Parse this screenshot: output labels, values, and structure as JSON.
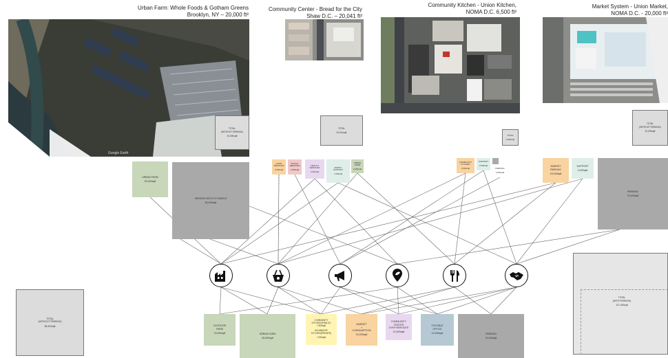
{
  "sites": [
    {
      "title_l1": "Urban Farm: Whole Foods &  Gotham Greens",
      "title_l2": "Brooklyn, NY  –  20,000 ft²"
    },
    {
      "title_l1": "Community Center - Bread for the City",
      "title_l2": "Shaw D.C. – 20,041 ft²"
    },
    {
      "title_l1": "Community Kitchen - Union Kitchen,",
      "title_l2": "NOMA D.C. 6,500 ft²"
    },
    {
      "title_l1": "Market System - Union Market,",
      "title_l2": "NOMA D.C. - 20,000 ft²"
    }
  ],
  "totals": {
    "farm": {
      "label": "TOTAL\n(WITHOUT PARKING)",
      "value": "20,000sqft"
    },
    "center": {
      "label": "TOTAL",
      "value": "20,041sqft"
    },
    "kitchen": {
      "label": "TOTAL",
      "value": "6,500sqft"
    },
    "market": {
      "label": "TOTAL\n(WITHOUT PARKING)",
      "value": "20,000sqft"
    },
    "proposal_without_parking": {
      "label": "TOTAL\n(WITHOUT PARKING)",
      "value": "85,400sqft"
    },
    "proposal_with_parking": {
      "label": "TOTAL\n(WITH PARKING)",
      "value": "127,400sqft"
    }
  },
  "programs": {
    "farm_urban": {
      "label": "URBAN FARM",
      "value": "20,000sqft"
    },
    "farm_parking": {
      "label": "PARKING WITH TV PANELS",
      "value": "60,000sqft"
    },
    "center_food": {
      "label": "FOOD\nSERVICES",
      "value": "2,500sqft"
    },
    "center_social": {
      "label": "SOCIAL\nSERVICES",
      "value": "2,500sqft"
    },
    "center_health": {
      "label": "HEALTH\nSERVICES",
      "value": "4,000sqft"
    },
    "center_admin": {
      "label": "ADMIN /\nSUPPORT",
      "value": "7,000sqft"
    },
    "center_urban": {
      "label": "URBAN\nFARM",
      "value": "2,000sqft"
    },
    "kitchen_community": {
      "label": "COMMUNITY\nKITCHEN",
      "value": "2,500sqft"
    },
    "kitchen_support": {
      "label": "SUPPORT",
      "value": "2,500sqft"
    },
    "kitchen_parking": {
      "label": "PARKING",
      "value": "4,000sqft"
    },
    "market_market": {
      "label": "MARKET\nPARKING",
      "value": "15,000sqft"
    },
    "market_support": {
      "label": "SUPPORT",
      "value": "2,000sqft"
    },
    "market_parking": {
      "label": "PARKING",
      "value": "70,000sqft"
    },
    "prop_outdoor": {
      "label": "OUTDOOR\nFARM",
      "value": "15,000sqft"
    },
    "prop_urban": {
      "label": "URBAN FARM",
      "value": "40,000sqft"
    },
    "prop_kitchen": {
      "label": "COMMUNITY\nKITCHEN(PUBLIC)\n7,500sqft\n\nINCUBATOR\nKITCHEN(PRIVATE)",
      "value": "7,000sqft"
    },
    "prop_market": {
      "label": "MARKET\n+\nCONSUMPTION",
      "value": "15,000sqft"
    },
    "prop_center": {
      "label": "COMMUNITY\nCENTER\nGYM+SERVICES",
      "value": "10,000sqft"
    },
    "prop_office": {
      "label": "FLEXIBLE\nOFFICE",
      "value": "10,000sqft"
    },
    "prop_parking": {
      "label": "PARKING",
      "value": "42,000sqft"
    }
  },
  "icons": [
    "factory-icon",
    "food-basket-icon",
    "megaphone-icon",
    "location-leaf-icon",
    "dining-icon",
    "handshake-icon"
  ],
  "colors": {
    "green": "#c8d6b9",
    "gray": "#a9a9a9",
    "orange": "#f9d3a0",
    "pink": "#f0c8c8",
    "lavender": "#e8d8ef",
    "mint": "#dfeee8",
    "yellow": "#fff4b3",
    "blue": "#b6c8d4",
    "light": "#e6e6e6"
  }
}
